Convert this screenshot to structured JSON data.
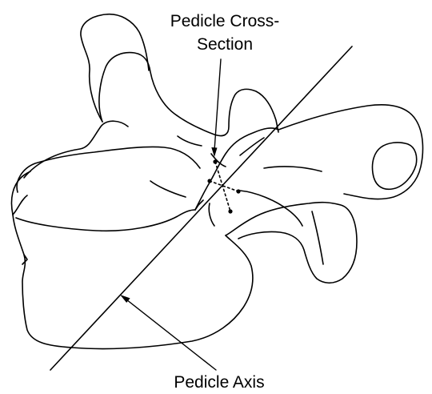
{
  "labels": {
    "pedicle_cross_section_line1": "Pedicle Cross-",
    "pedicle_cross_section_line2": "Section",
    "pedicle_axis": "Pedicle Axis"
  },
  "colors": {
    "stroke": "#000000",
    "background": "#ffffff"
  }
}
